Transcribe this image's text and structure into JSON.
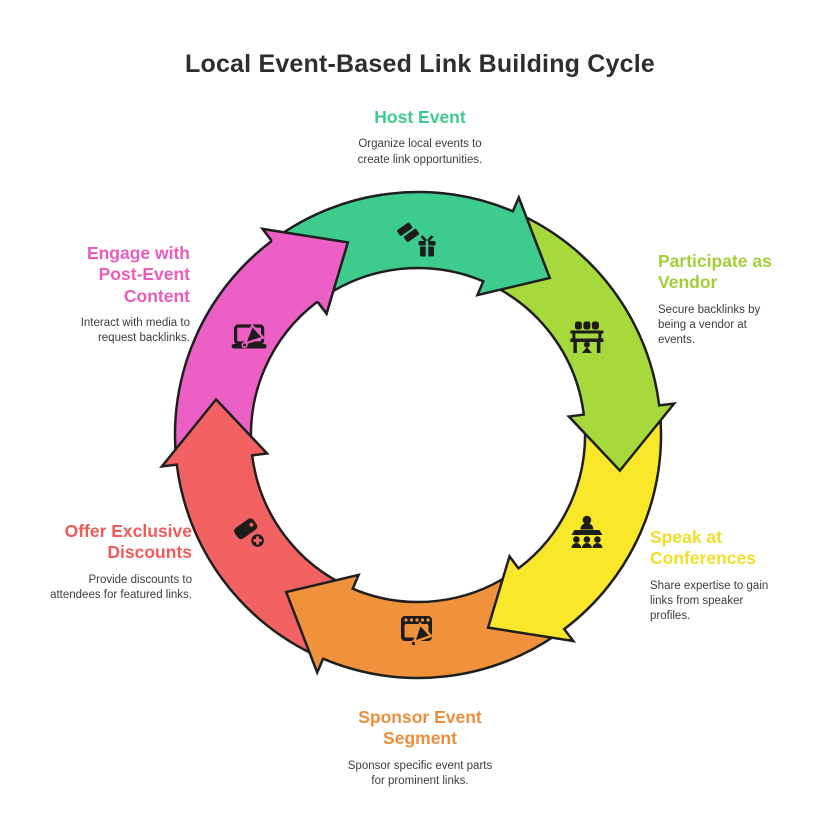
{
  "title": "Local Event-Based Link Building Cycle",
  "colors": {
    "background": "#ffffff",
    "outline": "#1f1f1f",
    "icon": "#1c1c1c",
    "title_text": "#2e2e2e",
    "desc_text": "#3d3d3d"
  },
  "cycle": {
    "direction": "clockwise",
    "segments": [
      {
        "id": "host-event",
        "label": "Host Event",
        "description": "Organize local events to create link opportunities.",
        "color": "#3ecc8e",
        "label_color": "#3ecc8e",
        "tip_angle": 40,
        "icon": "celebration-gift-icon"
      },
      {
        "id": "participate-as-vendor",
        "label": "Participate as Vendor",
        "description": "Secure backlinks by being a vendor at events.",
        "color": "#a6d93c",
        "label_color": "#a3ce3a",
        "tip_angle": 100,
        "icon": "vendor-booth-icon"
      },
      {
        "id": "speak-at-conferences",
        "label": "Speak at Conferences",
        "description": "Share expertise to gain links from speaker profiles.",
        "color": "#f9e829",
        "label_color": "#f2de28",
        "tip_angle": 160,
        "icon": "speaker-audience-icon"
      },
      {
        "id": "sponsor-event-segment",
        "label": "Sponsor Event Segment",
        "description": "Sponsor specific event parts for prominent links.",
        "color": "#f0913c",
        "label_color": "#ec8f3c",
        "tip_angle": 220,
        "icon": "video-promo-icon"
      },
      {
        "id": "offer-exclusive-discounts",
        "label": "Offer Exclusive Discounts",
        "description": "Provide discounts to attendees for featured links.",
        "color": "#f26262",
        "label_color": "#ef5a5a",
        "tip_angle": 280,
        "icon": "discount-tag-icon"
      },
      {
        "id": "engage-with-post-event-content",
        "label": "Engage with Post-Event Content",
        "description": "Interact with media to request backlinks.",
        "color": "#ec5fc4",
        "label_color": "#e85cbe",
        "tip_angle": 340,
        "icon": "laptop-megaphone-icon"
      }
    ]
  },
  "chart_data": {
    "type": "cycle",
    "title": "Local Event-Based Link Building Cycle",
    "direction": "clockwise",
    "steps": [
      "Host Event",
      "Participate as Vendor",
      "Speak at Conferences",
      "Sponsor Event Segment",
      "Offer Exclusive Discounts",
      "Engage with Post-Event Content"
    ]
  }
}
